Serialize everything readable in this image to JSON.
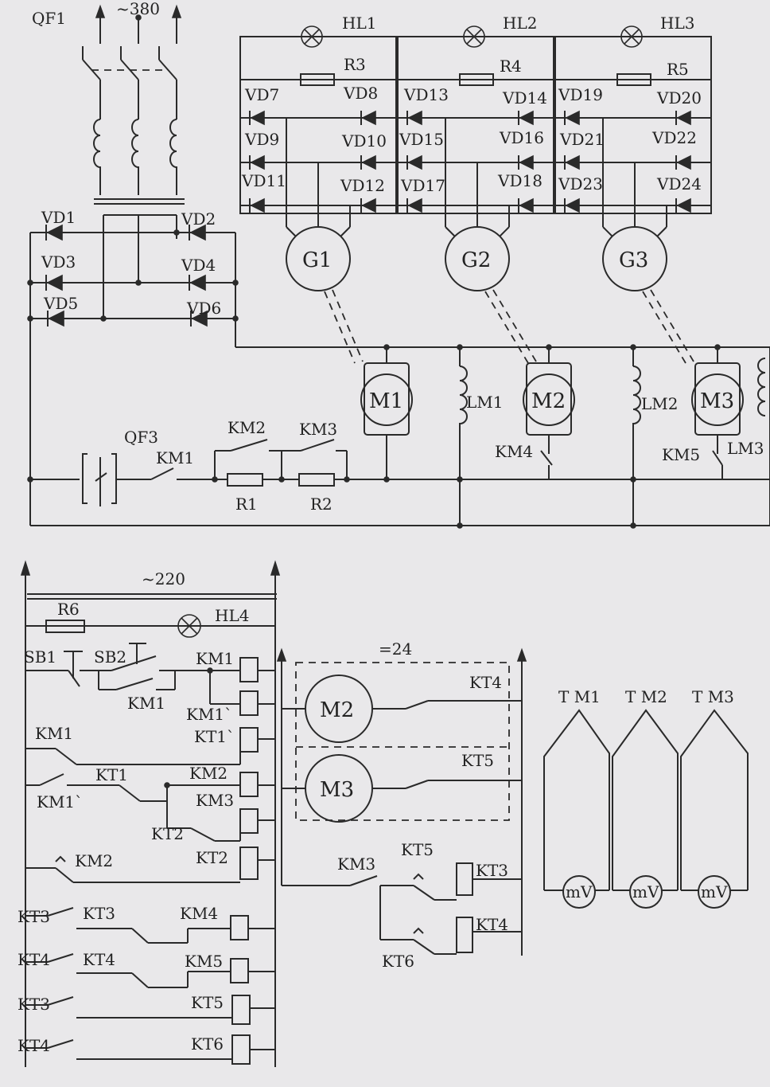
{
  "upper": {
    "breaker": "QF1",
    "supply": "~380",
    "lamps": [
      "HL1",
      "HL2",
      "HL3"
    ],
    "resistors": [
      "R3",
      "R4",
      "R5"
    ],
    "diodes": [
      "VD7",
      "VD8",
      "VD9",
      "VD10",
      "VD11",
      "VD12",
      "VD13",
      "VD14",
      "VD15",
      "VD16",
      "VD17",
      "VD18",
      "VD19",
      "VD20",
      "VD21",
      "VD22",
      "VD23",
      "VD24"
    ],
    "rectifier_diodes": [
      "VD1",
      "VD2",
      "VD3",
      "VD4",
      "VD5",
      "VD6"
    ],
    "generators": [
      "G1",
      "G2",
      "G3"
    ],
    "motors": [
      "M1",
      "M2",
      "M3"
    ],
    "fields": [
      "LM1",
      "LM2",
      "LM3"
    ],
    "breaker_3": "QF3",
    "contacts": [
      "KM1",
      "KM2",
      "KM3",
      "KM4",
      "KM5"
    ],
    "series_resistors": [
      "R1",
      "R2"
    ]
  },
  "control": {
    "supply": "~220",
    "resistor": "R6",
    "lamp": "HL4",
    "buttons": [
      "SB1",
      "SB2"
    ],
    "contact_labels": [
      "KM1",
      "KM1`",
      "KM1",
      "KT1",
      "KT2",
      "KM2",
      "KT3",
      "KT3",
      "KT4",
      "KT4",
      "KT3",
      "KT4"
    ],
    "coil_labels": [
      "KM1",
      "KM1`",
      "KT1`",
      "KM2",
      "KM3",
      "KT2",
      "KM4",
      "KM5",
      "KT5",
      "KT6"
    ]
  },
  "dc": {
    "supply": "=24",
    "motors": [
      "M2",
      "M3"
    ],
    "contact_labels": [
      "KT4",
      "KT5",
      "KM3",
      "KT5",
      "KT6"
    ],
    "coils": [
      "KT3",
      "KT4"
    ]
  },
  "thermo": {
    "labels": [
      "T M1",
      "T M2",
      "T M3"
    ],
    "meter": "mV"
  }
}
